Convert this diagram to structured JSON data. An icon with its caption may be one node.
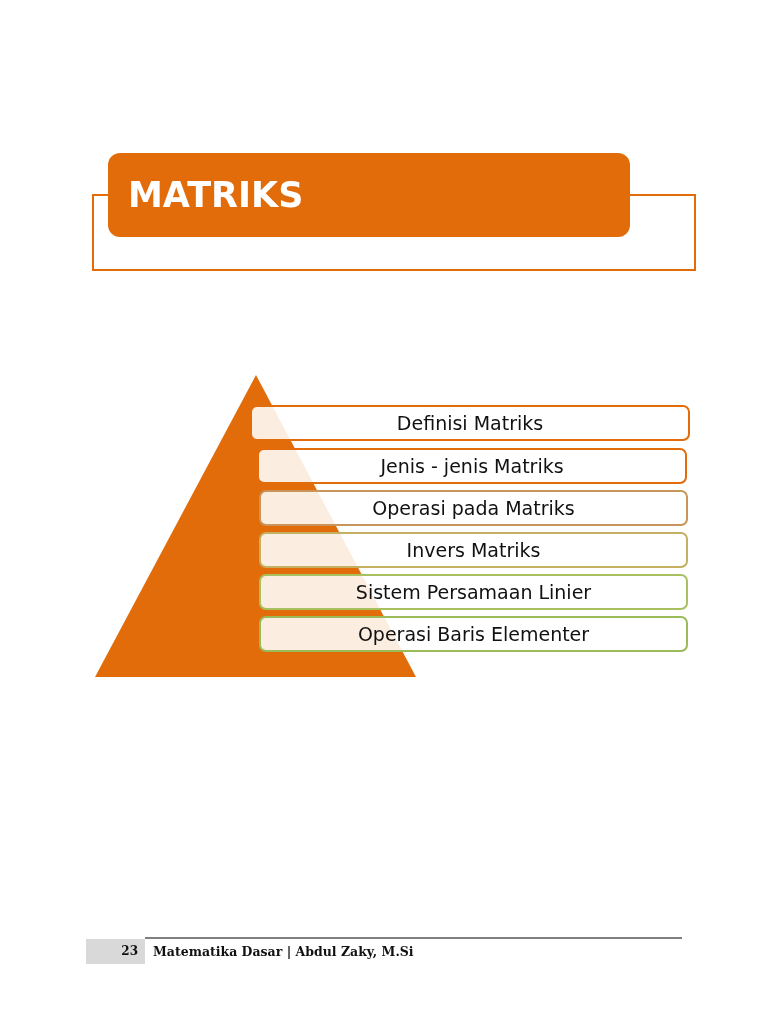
{
  "diagram": {
    "title": "MATRIKS",
    "nodes": [
      {
        "text": [
          "Definisi Matriks"
        ]
      },
      {
        "text": [
          "Jenis - jenis Matriks"
        ]
      },
      {
        "text": [
          "Operasi pada Matriks"
        ]
      },
      {
        "text": [
          "Invers Matriks"
        ]
      },
      {
        "text": [
          "Sistem Persamaan Linier"
        ]
      },
      {
        "text": [
          "Operasi Baris Elementer"
        ]
      }
    ],
    "edges": [],
    "labels": [
      "23",
      "Matematika Dasar | Abdul Zaky, M.Si"
    ]
  }
}
